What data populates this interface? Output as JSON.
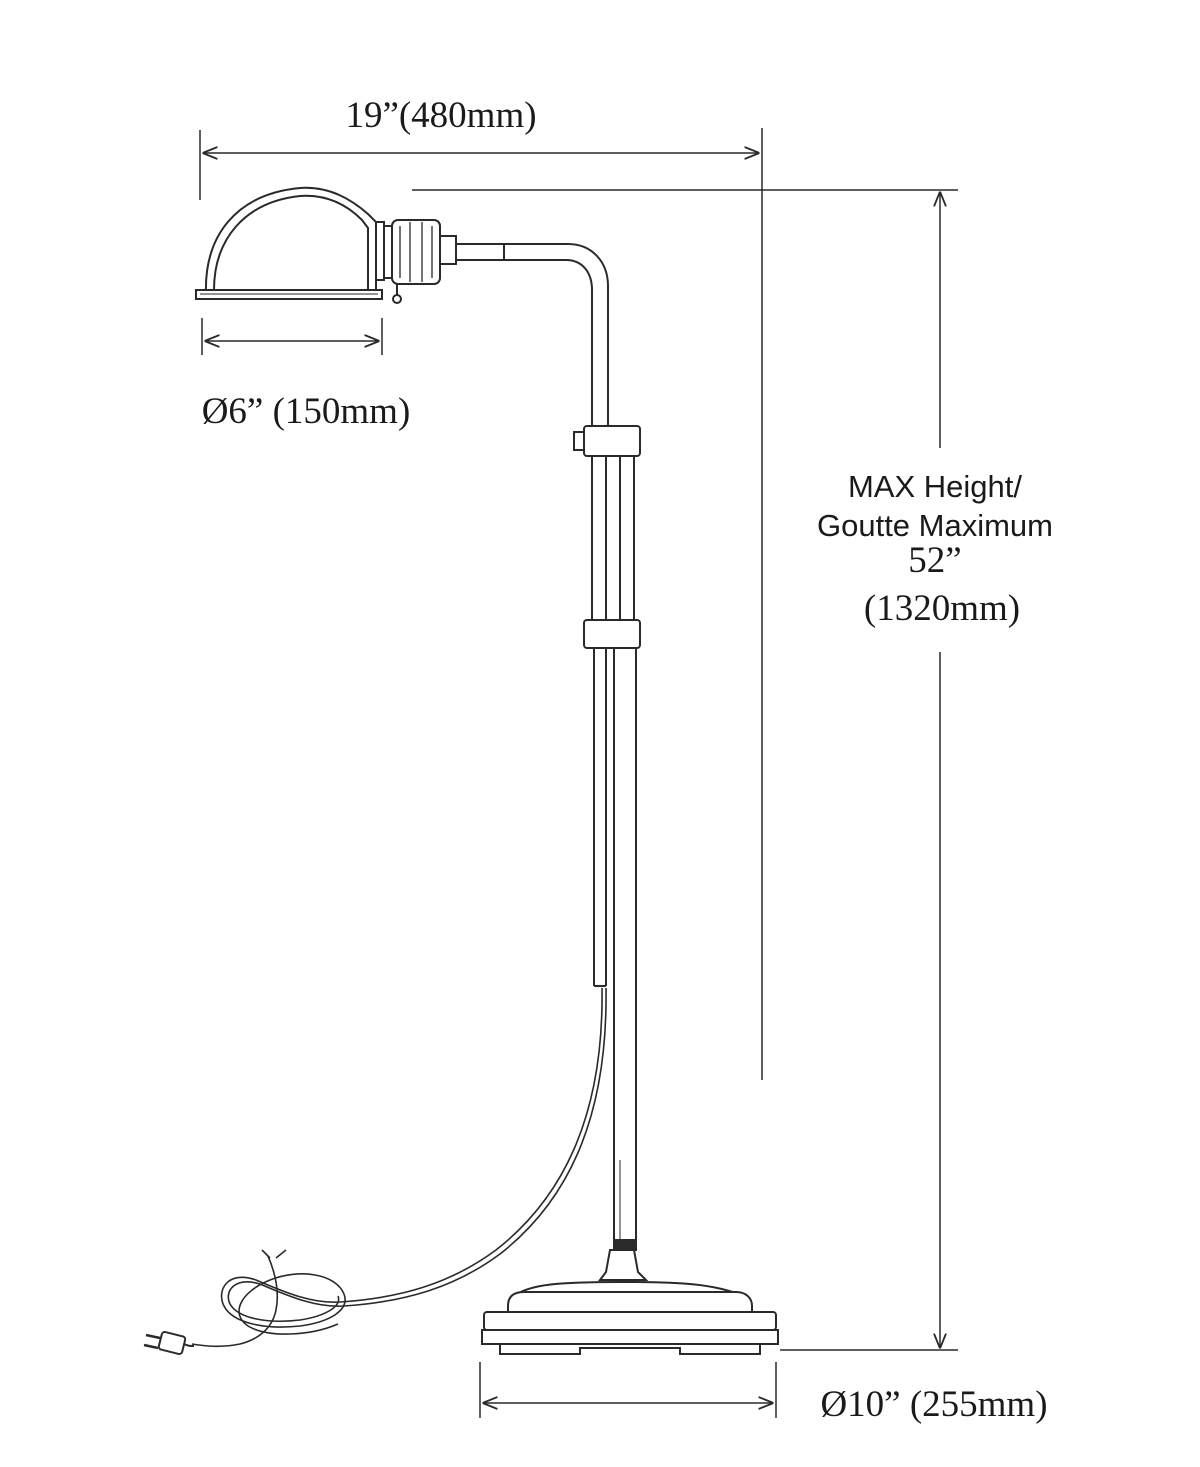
{
  "dimensions": {
    "overall_width": "19”(480mm)",
    "shade_diameter": "Ø6” (150mm)",
    "max_height_label_line1": "MAX Height/",
    "max_height_label_line2": "Goutte Maximum",
    "max_height_inches": "52”",
    "max_height_mm": "(1320mm)",
    "base_diameter": "Ø10” (255mm)"
  },
  "colors": {
    "line": "#2a2a2a",
    "background": "#ffffff"
  }
}
